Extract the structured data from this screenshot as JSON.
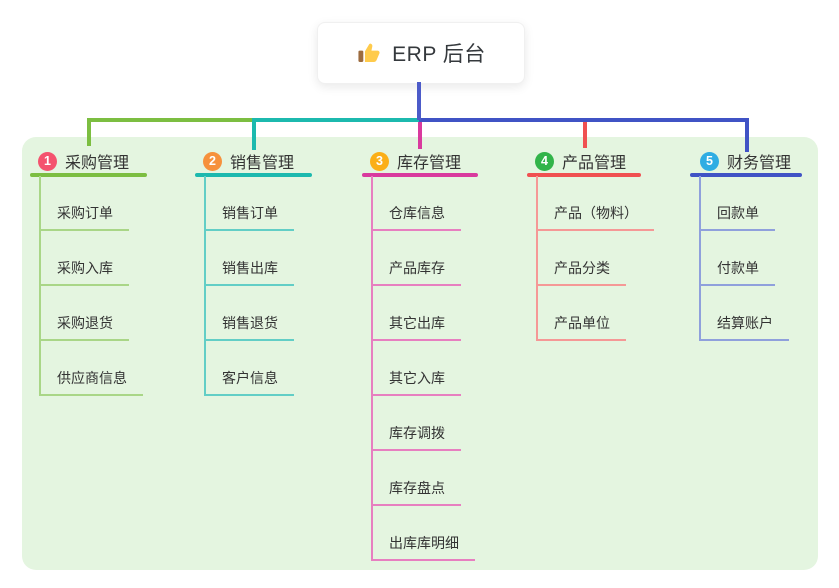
{
  "root": {
    "label": "ERP 后台",
    "icon": "thumbs-up-icon",
    "line_color": "#4C5BC9"
  },
  "panel": {
    "background": "#E4F5E0"
  },
  "branches": [
    {
      "num": "1",
      "label": "采购管理",
      "color": "#7CBE41",
      "light": "#A9D687",
      "badge_color": "#F4536E",
      "children": [
        "采购订单",
        "采购入库",
        "采购退货",
        "供应商信息"
      ]
    },
    {
      "num": "2",
      "label": "销售管理",
      "color": "#1CB9AE",
      "light": "#62CEC6",
      "badge_color": "#F6913C",
      "children": [
        "销售订单",
        "销售出库",
        "销售退货",
        "客户信息"
      ]
    },
    {
      "num": "3",
      "label": "库存管理",
      "color": "#D93A9E",
      "light": "#E77FC0",
      "badge_color": "#FBAF17",
      "children": [
        "仓库信息",
        "产品库存",
        "其它出库",
        "其它入库",
        "库存调拨",
        "库存盘点",
        "出库库明细"
      ]
    },
    {
      "num": "4",
      "label": "产品管理",
      "color": "#F05051",
      "light": "#F59896",
      "badge_color": "#32B44A",
      "children": [
        "产品（物料）",
        "产品分类",
        "产品单位"
      ]
    },
    {
      "num": "5",
      "label": "财务管理",
      "color": "#4053C5",
      "light": "#8FA0DC",
      "badge_color": "#2FADE3",
      "children": [
        "回款单",
        "付款单",
        "结算账户"
      ]
    }
  ]
}
